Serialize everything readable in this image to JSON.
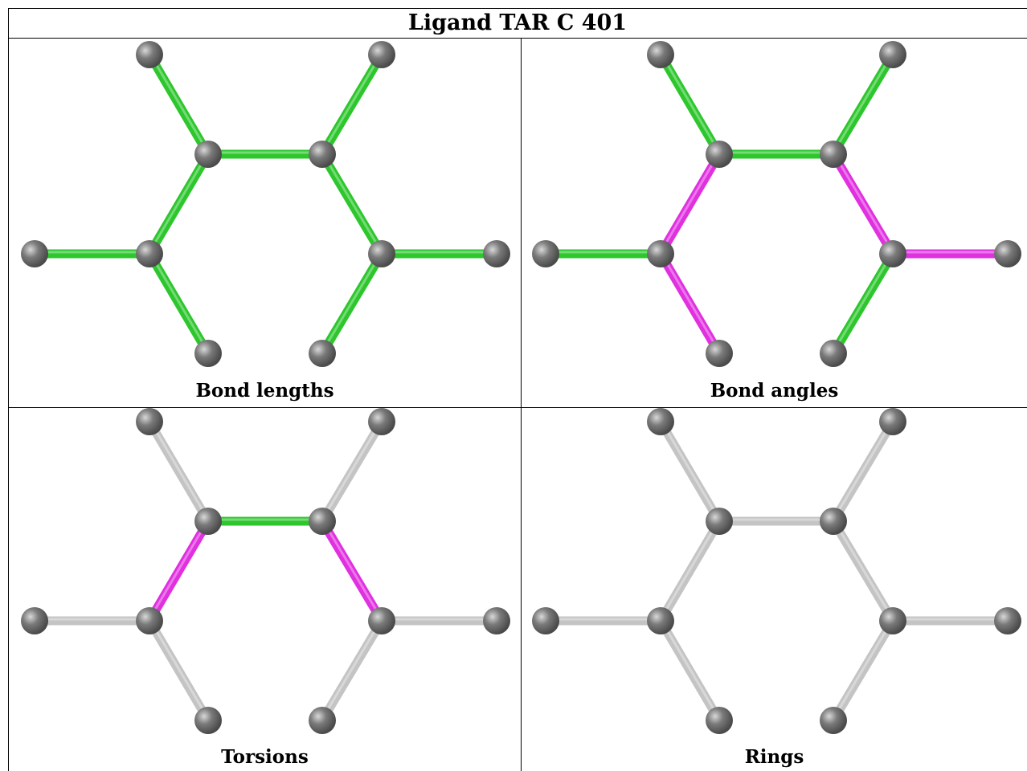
{
  "title": "Ligand TAR C 401",
  "colors": {
    "green": "#2dc72d",
    "magenta": "#e030e0",
    "gray": "#c4c4c4",
    "atom": "#7a7a7a"
  },
  "atoms": [
    "a1",
    "a2",
    "a3",
    "a4",
    "a5",
    "a6",
    "a7",
    "a8",
    "a9",
    "a10",
    "a11",
    "a12"
  ],
  "bonds": [
    [
      "a1",
      "a5"
    ],
    [
      "a2",
      "a6"
    ],
    [
      "a5",
      "a6"
    ],
    [
      "a5",
      "a7"
    ],
    [
      "a6",
      "a8"
    ],
    [
      "a3",
      "a7"
    ],
    [
      "a7",
      "a9"
    ],
    [
      "a4",
      "a8"
    ],
    [
      "a8",
      "a10"
    ],
    [
      "a9",
      "a11"
    ],
    [
      "a10",
      "a12"
    ]
  ],
  "panels": [
    {
      "caption": "Bond lengths",
      "bond_colors": [
        "green",
        "green",
        "green",
        "green",
        "green",
        "green",
        "green",
        "green",
        "green",
        "green",
        "green"
      ]
    },
    {
      "caption": "Bond angles",
      "bond_colors": [
        "green",
        "green",
        "green",
        "magenta",
        "magenta",
        "green",
        "magenta",
        "magenta",
        "green",
        "green",
        "green"
      ]
    },
    {
      "caption": "Torsions",
      "bond_colors": [
        "gray",
        "gray",
        "green",
        "magenta",
        "magenta",
        "gray",
        "gray",
        "gray",
        "gray",
        "gray",
        "gray"
      ]
    },
    {
      "caption": "Rings",
      "bond_colors": [
        "gray",
        "gray",
        "gray",
        "gray",
        "gray",
        "gray",
        "gray",
        "gray",
        "gray",
        "gray",
        "gray"
      ]
    }
  ]
}
